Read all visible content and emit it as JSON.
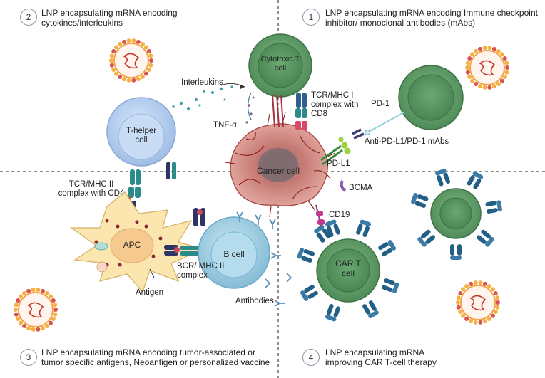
{
  "quadrants": [
    {
      "number": "2",
      "text": "LNP encapsulating mRNA encoding cytokines/interleukins"
    },
    {
      "number": "1",
      "text": "LNP encapsulating mRNA encoding Immune checkpoint inhibitor/ monoclonal antibodies (mAbs)"
    },
    {
      "number": "3",
      "text": "LNP encapsulating mRNA encoding tumor-associated or tumor specific antigens,  Neoantigen or personalized vaccine"
    },
    {
      "number": "4",
      "text": "LNP encapsulating mRNA improving  CAR T-cell therapy"
    }
  ],
  "cells": {
    "cytotoxic_t": "Cytotoxic T cell",
    "t_helper": "T-helper cell",
    "cancer": "Cancer cell",
    "apc": "APC",
    "b_cell": "B cell",
    "car_t": "CAR T cell"
  },
  "labels": {
    "interleukins": "Interleukins",
    "tnf": "TNF-α",
    "tcr_mhc1": "TCR/MHC I complex with CD8",
    "pd1": "PD-1",
    "anti_pd": "Anti-PD-L1/PD-1 mAbs",
    "pdl1": "PD-L1",
    "tcr_mhc2": "TCR/MHC II complex with CD4",
    "bcma": "BCMA",
    "cd19": "CD19",
    "bcr": "BCR/ MHC II complex",
    "antigen": "Antigen",
    "antibodies": "Antibodies"
  },
  "colors": {
    "t_cell_green": "#5e9a67",
    "t_helper_blue": "#b5cfee",
    "b_cell_blue": "#a6d3e6",
    "apc_yellow": "#fbe6b0",
    "cancer_red": "#b85a55",
    "receptor_teal": "#2d8a8a",
    "receptor_navy": "#34355f",
    "car_blue": "#245f86"
  }
}
